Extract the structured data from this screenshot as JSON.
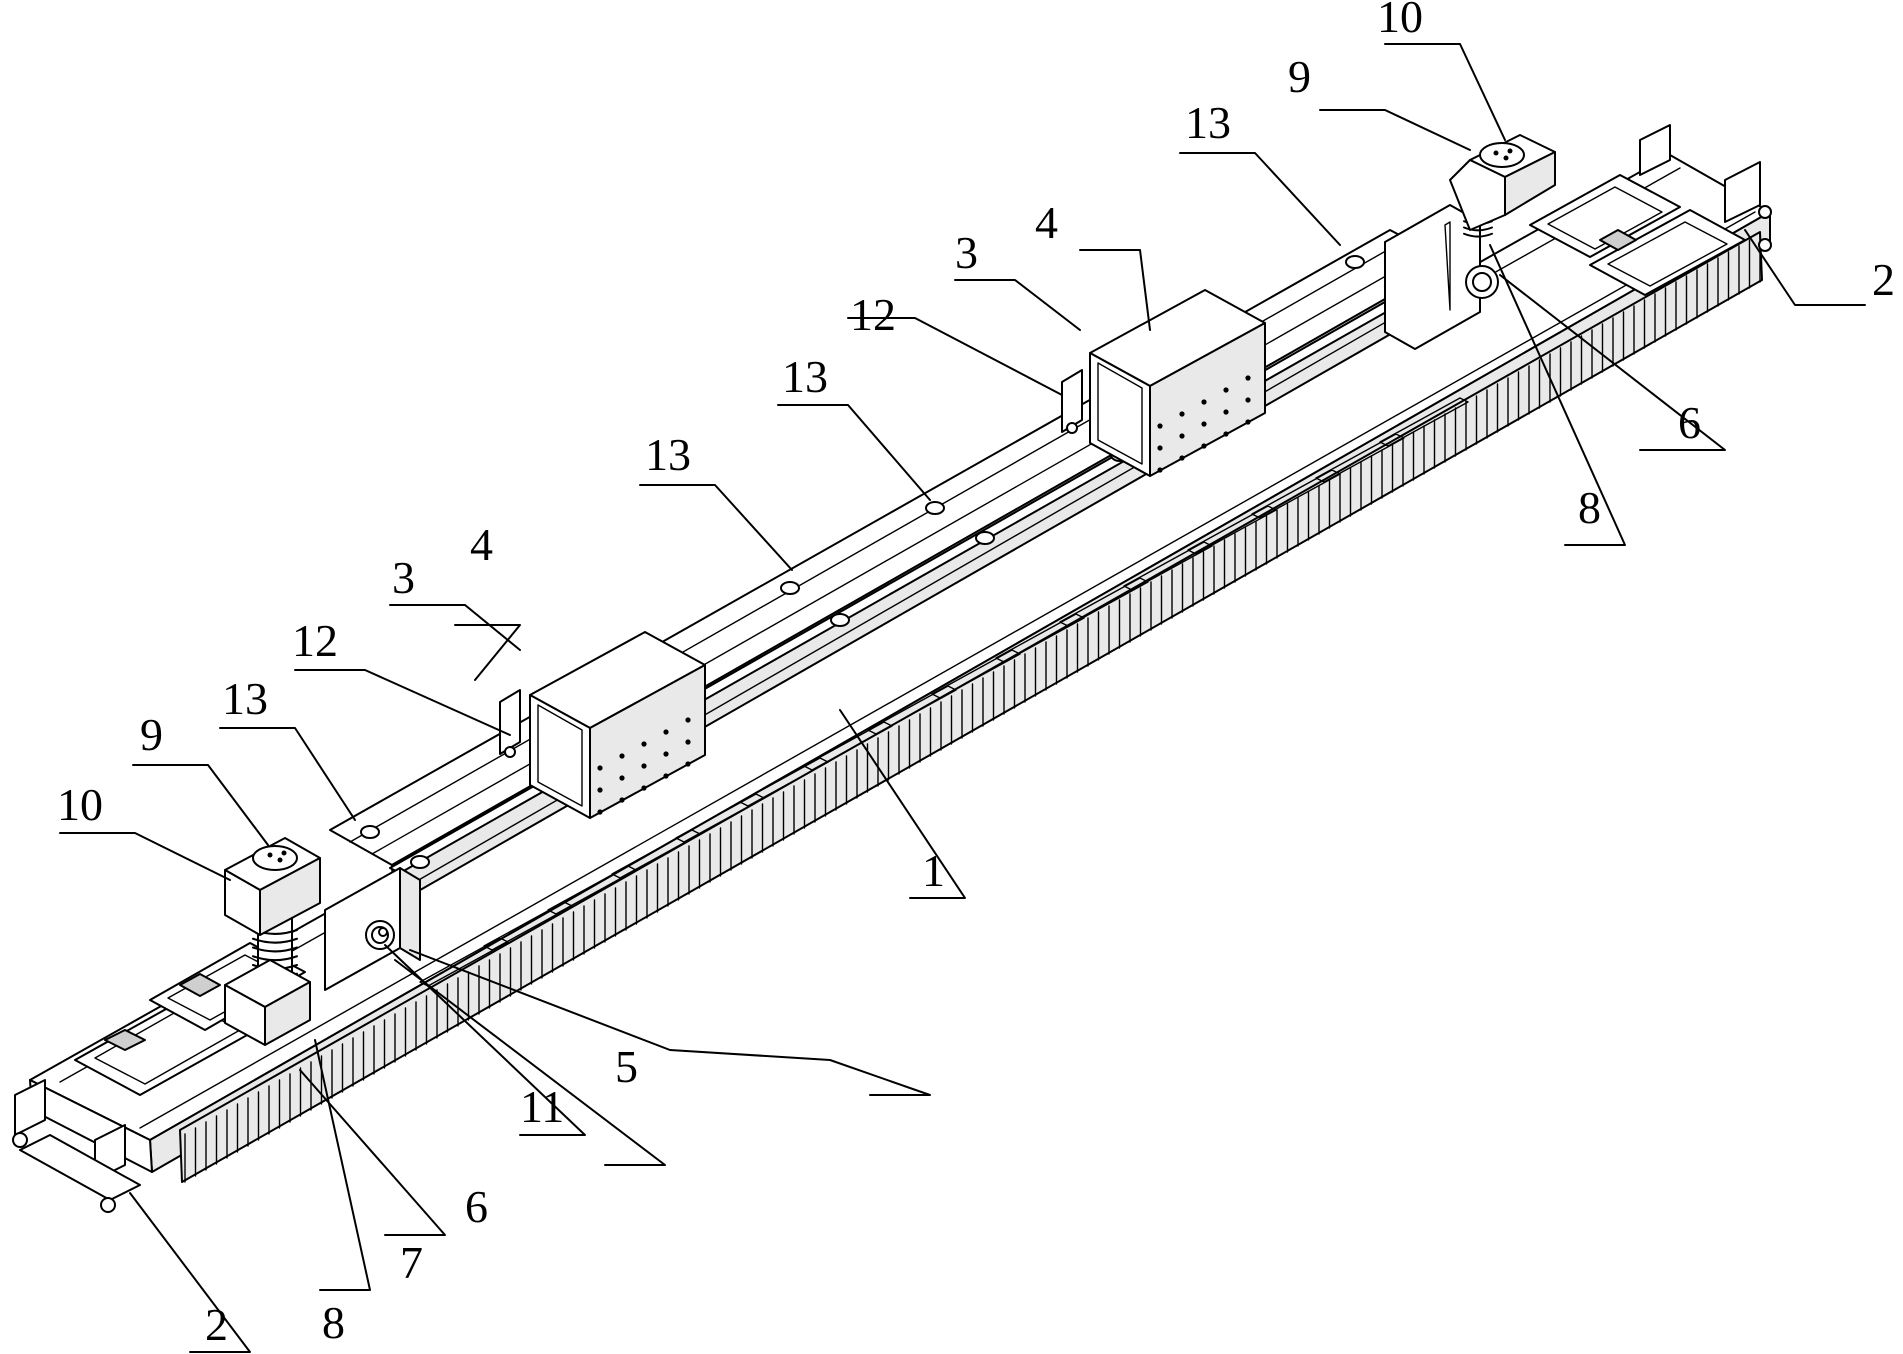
{
  "labels": {
    "l1": "1",
    "l2a": "2",
    "l2b": "2",
    "l3a": "3",
    "l3b": "3",
    "l4a": "4",
    "l4b": "4",
    "l5": "5",
    "l6a": "6",
    "l6b": "6",
    "l7": "7",
    "l8a": "8",
    "l8b": "8",
    "l9a": "9",
    "l9b": "9",
    "l10a": "10",
    "l10b": "10",
    "l11": "11",
    "l12a": "12",
    "l12b": "12",
    "l13a": "13",
    "l13b": "13",
    "l13c": "13",
    "l13d": "13"
  }
}
